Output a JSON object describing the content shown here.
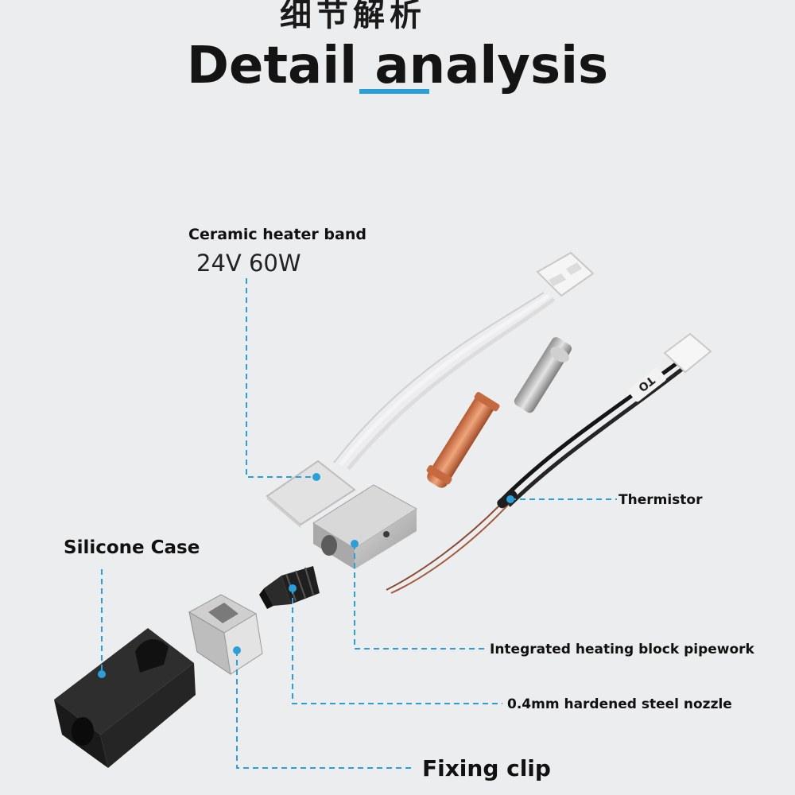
{
  "header": {
    "cjk_title": "细节解析",
    "title": "Detail analysis"
  },
  "colors": {
    "background": "#ebedee",
    "accent": "#2a9fd8",
    "text": "#111111"
  },
  "callouts": {
    "heater_band": "Ceramic heater band",
    "heater_spec": "24V 60W",
    "thermistor": "Thermistor",
    "silicone_case": "Silicone Case",
    "heating_block": "Integrated heating block pipework",
    "nozzle": "0.4mm hardened steel nozzle",
    "fixing_clip": "Fixing clip"
  },
  "parts": {
    "thermistor_connector_text": "TO"
  }
}
